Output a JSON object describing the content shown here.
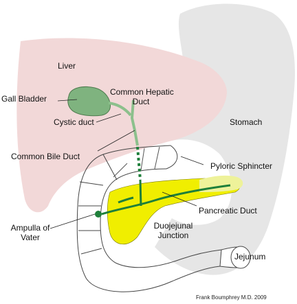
{
  "labels": {
    "liver": "Liver",
    "gall_bladder": "Gall Bladder",
    "common_hepatic_line1": "Common Hepatic",
    "common_hepatic_line2": "Duct",
    "cystic_duct": "Cystic duct",
    "stomach": "Stomach",
    "common_bile_duct": "Common Bile Duct",
    "pyloric_sphincter": "Pyloric Sphincter",
    "pancreatic_duct": "Pancreatic Duct",
    "ampulla_line1": "Ampulla of",
    "ampulla_line2": "Vater",
    "duodenojejunal_line1": "Duojejunal",
    "duodenojejunal_line2": "Junction",
    "jejunum": "Jejunum"
  },
  "credit": "Frank Boumphrey M.D. 2009",
  "colors": {
    "liver": "#f2d8d8",
    "stomach": "#e6e6e6",
    "gall_bladder": "#7fb37f",
    "gall_bladder_stroke": "#4d7a4d",
    "bile_duct": "#8cc08c",
    "pancreatic_duct": "#1e7f3a",
    "pancreas": "#f0ee00",
    "pancreas_tail": "#eef29a",
    "bowel_outline": "#444444"
  }
}
